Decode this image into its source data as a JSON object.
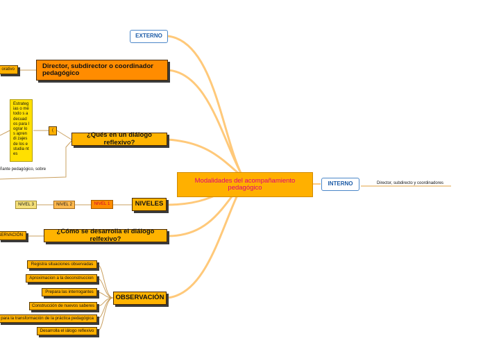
{
  "central": "Modalidades del acompañamiento pedagógico",
  "externo": "EXTERNO",
  "interno": "INTERNO",
  "interno_child": "Director, subdirecto y coordinadores",
  "director_node": "Director, subdirector o coordinador pedagógico",
  "director_left": "orativo",
  "que_es": "¿Qués en un diálogo reflexivo?",
  "que_es_small": "(",
  "strategy_box": "Estrateg ias o método s adecuad os para lograr los aprendi zajes de los estudia ntes",
  "plain_text": "ñante pedagógico, sobre",
  "niveles": "NIVELES",
  "nivel1": "NIVEL 1",
  "nivel2": "NIVEL 2",
  "nivel3": "NIVEL 3",
  "como": "¿Cómo se desarrolla el diálogo relfexivo?",
  "como_left": "SERVACIÓN",
  "observacion": "OBSERVACIÓN",
  "obs_items": [
    "Registra situaciones observadas",
    "Aproximacion a la deconstruccion",
    "Prepara las interrogantes",
    "Construcción de nuevos saberes",
    "para la transformación de la práctica pedagógica",
    "Desarrolla el iálogo reflexivo"
  ],
  "colors": {
    "main": "#ff8c00",
    "sub": "#ffb300",
    "central": "#ffb000",
    "link": "#ffc97a",
    "blue": "#4a86c8"
  }
}
